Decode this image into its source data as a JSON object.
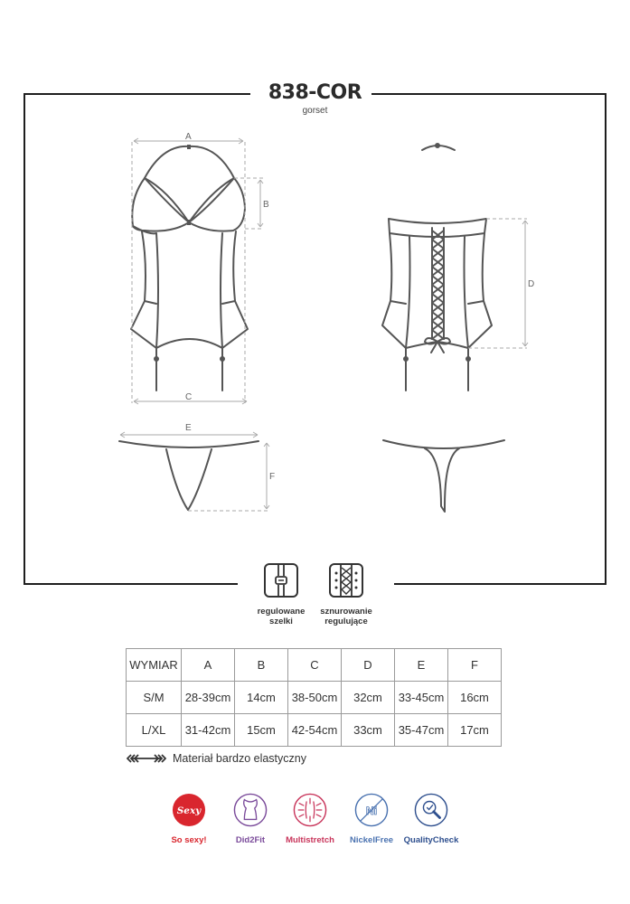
{
  "header": {
    "product_code": "838-COR",
    "product_type": "gorset"
  },
  "diagram": {
    "labels": {
      "A": "A",
      "B": "B",
      "C": "C",
      "D": "D",
      "E": "E",
      "F": "F"
    },
    "views": [
      "front-corset",
      "back-corset",
      "front-thong",
      "back-thong"
    ]
  },
  "features": [
    {
      "icon": "adjustable-straps-icon",
      "line1": "regulowane",
      "line2": "szelki"
    },
    {
      "icon": "lacing-icon",
      "line1": "sznurowanie",
      "line2": "regulujące"
    }
  ],
  "size_table": {
    "headers": [
      "WYMIAR",
      "A",
      "B",
      "C",
      "D",
      "E",
      "F"
    ],
    "rows": [
      [
        "S/M",
        "28-39cm",
        "14cm",
        "38-50cm",
        "32cm",
        "33-45cm",
        "16cm"
      ],
      [
        "L/XL",
        "31-42cm",
        "15cm",
        "42-54cm",
        "33cm",
        "35-47cm",
        "17cm"
      ]
    ]
  },
  "elastic_note": {
    "icon": "stretch-arrows-icon",
    "text": "Materiał bardzo elastyczny"
  },
  "badges": [
    {
      "icon": "sexy-icon",
      "label": "So sexy!",
      "inner": "Sexy",
      "color": "#d9262e"
    },
    {
      "icon": "did2fit-icon",
      "label": "Did2Fit",
      "color": "#7a4a9a"
    },
    {
      "icon": "multistretch-icon",
      "label": "Multistretch",
      "color": "#c8345a"
    },
    {
      "icon": "nickel-free-icon",
      "label": "NickelFree",
      "inner": "Ni",
      "color": "#4a72b0"
    },
    {
      "icon": "quality-check-icon",
      "label": "QualityCheck",
      "color": "#2e4f8e"
    }
  ]
}
